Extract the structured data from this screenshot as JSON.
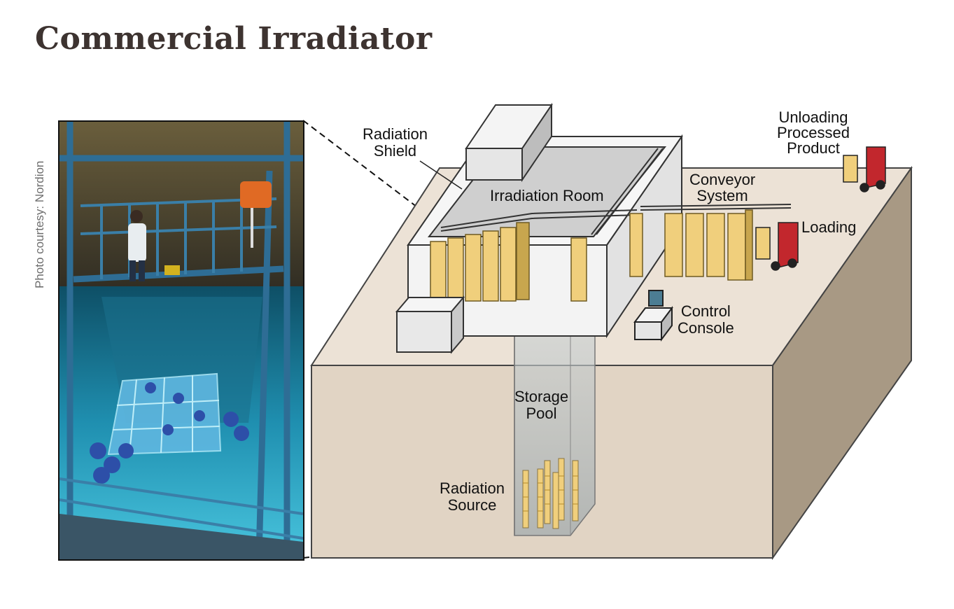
{
  "title": "Commercial Irradiator",
  "photo_credit": "Photo courtesy: Nordion",
  "labels": {
    "radiation_shield": [
      "Radiation",
      "Shield"
    ],
    "irradiation_room": "Irradiation Room",
    "conveyor_system": [
      "Conveyor",
      "System"
    ],
    "unloading": [
      "Unloading",
      "Processed",
      "Product"
    ],
    "loading": "Loading",
    "control_console": [
      "Control",
      "Console"
    ],
    "storage_pool": [
      "Storage",
      "Pool"
    ],
    "radiation_source": [
      "Radiation",
      "Source"
    ]
  },
  "colors": {
    "title": "#3d3330",
    "ground_top": "#ece2d6",
    "ground_front": "#e1d4c4",
    "ground_side": "#a89984",
    "product_box": "#f0cf7c",
    "forklift": "#c2272d",
    "pool_water": "#1fa3c4"
  },
  "icons": [
    "forklift-icon",
    "console-icon",
    "product-box-icon"
  ]
}
